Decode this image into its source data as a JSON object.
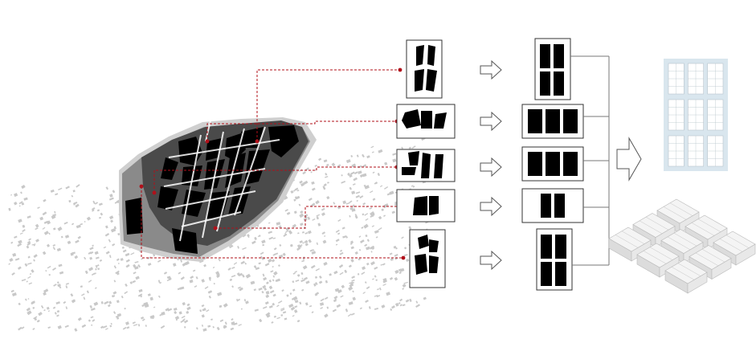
{
  "diagram": {
    "colors": {
      "background": "#ffffff",
      "context_buildings": "#c8c8c8",
      "district_block": "#4a4a4a",
      "district_ground": "#8a8a8a",
      "district_halo": "#cfcfcf",
      "building_fill": "#000000",
      "leader_line": "#b0101a",
      "frame_stroke": "#333333",
      "connector": "#777777",
      "arrow_outline": "#555555",
      "grid_plan_frame": "#d9e6ee",
      "grid_plan_cell": "#ffffff",
      "grid_plan_line": "#b8c4cc",
      "axo_face_top": "#f4f4f4",
      "axo_face_side": "#dcdcdc",
      "axo_line": "#b9b9b9"
    },
    "steps": [
      {
        "id": "block-1",
        "extracted_shape": "tall-irregular",
        "abstract_parts": 4
      },
      {
        "id": "block-2",
        "extracted_shape": "wide-irregular",
        "abstract_parts": 3
      },
      {
        "id": "block-3",
        "extracted_shape": "wide-irregular",
        "abstract_parts": 3
      },
      {
        "id": "block-4",
        "extracted_shape": "small-pair",
        "abstract_parts": 2
      },
      {
        "id": "block-5",
        "extracted_shape": "tall-irregular",
        "abstract_parts": 4
      }
    ],
    "grid_result": {
      "rows": 3,
      "cols": 3
    },
    "axonometric_result": {
      "rows": 3,
      "cols": 3
    }
  }
}
